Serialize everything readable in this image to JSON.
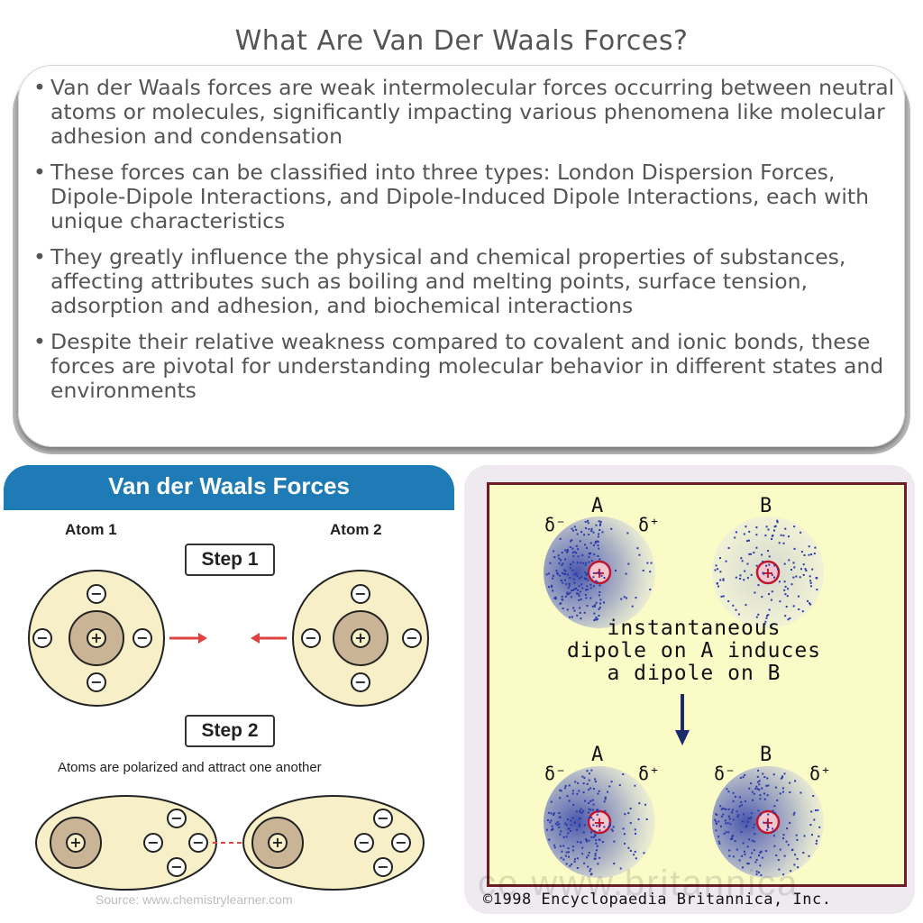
{
  "page": {
    "title": "What Are Van Der Waals Forces?"
  },
  "bullets": [
    "Van der Waals forces are weak intermolecular forces occurring between neutral atoms or molecules, significantly impacting various phenomena like molecular adhesion and condensation",
    "These forces can be classified into three types: London Dispersion Forces, Dipole-Dipole Interactions, and Dipole-Induced Dipole Interactions, each with unique characteristics",
    "They greatly influence the physical and chemical properties of substances, affecting attributes such as boiling and melting points, surface tension, adsorption and adhesion, and biochemical interactions",
    "Despite their relative weakness compared to covalent and ionic bonds, these forces are pivotal for understanding molecular behavior in different states and environments"
  ],
  "left_figure": {
    "banner": "Van der Waals Forces",
    "atom1": "Atom 1",
    "atom2": "Atom 2",
    "step1": "Step 1",
    "step2": "Step 2",
    "caption": "Atoms are polarized and attract one another",
    "source": "Source: www.chemistrylearner.com",
    "colors": {
      "banner": "#1f7bb6",
      "arrow": "#e0433f",
      "nucleus": "#c9b596",
      "atom": "#f6efc8"
    }
  },
  "right_figure": {
    "label_a": "A",
    "label_b": "B",
    "delta_minus": "δ⁻",
    "delta_plus": "δ⁺",
    "caption_line1": "instantaneous",
    "caption_line2": "dipole on A induces",
    "caption_line3": "a dipole on B",
    "copyright": "©1998 Encyclopaedia Britannica, Inc.",
    "watermark": "ce www.britannica",
    "colors": {
      "frame": "#6e1e24",
      "background": "#fbfbc8",
      "dots": "#2a3aa8"
    }
  }
}
